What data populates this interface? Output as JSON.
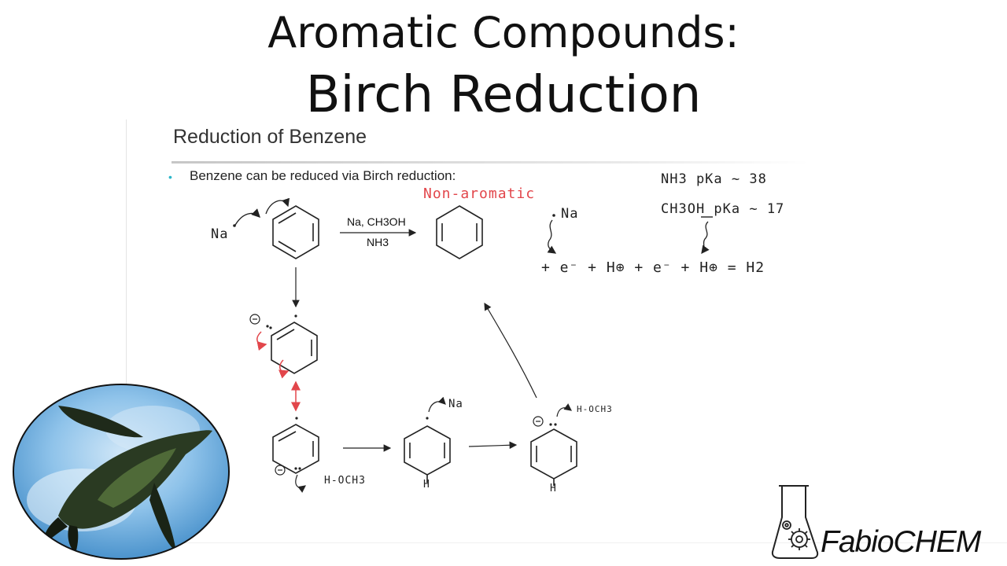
{
  "title": {
    "line1": "Aromatic Compounds:",
    "line2": "Birch Reduction"
  },
  "slide": {
    "heading": "Reduction of Benzene",
    "bullet": "Benzene can be reduced via Birch reduction:",
    "reagents_top": "Na, CH3OH",
    "reagents_bottom": "NH3",
    "annotation_product": "Non-aromatic",
    "na_label_1": "Na",
    "na_label_2": "Na",
    "na_label_3": "Na",
    "pka_1": "NH3  pKa ~ 38",
    "pka_2": "CH3OH  pKa ~ 17",
    "equation": "+ e⁻ + H⊕ + e⁻ + H⊕ = H2",
    "methanol_1": "H-OCH3",
    "methanol_2": "H-OCH3",
    "h_label_1": "H",
    "h_label_2": "H"
  },
  "logo": {
    "text": "FabioCHEM"
  },
  "colors": {
    "accent_red": "#e2464b",
    "bullet_teal": "#2bb6c9",
    "ink": "#222222"
  },
  "icons": [
    "penguin-photo",
    "flask-gear-logo-icon"
  ]
}
